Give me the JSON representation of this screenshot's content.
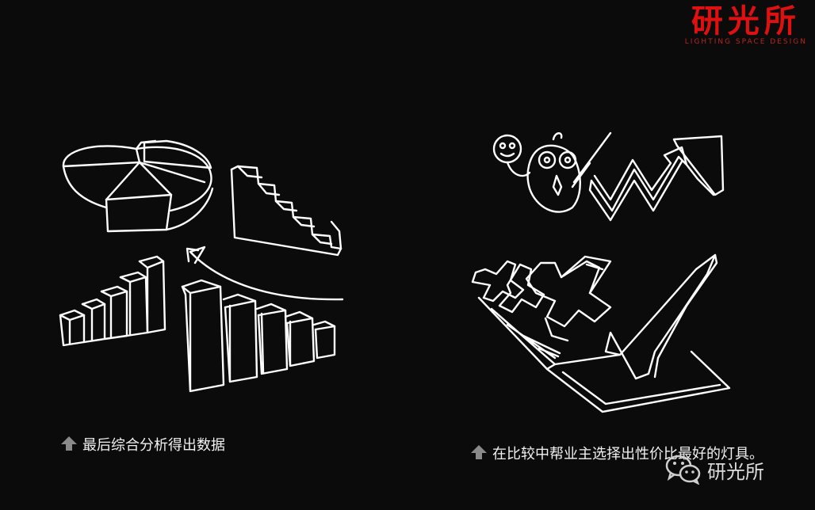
{
  "logo": {
    "name": "研光所",
    "tagline": "LIGHTING SPACE DESIGN"
  },
  "captions": {
    "left": "最后综合分析得出数据",
    "right": "在比较中帮业主选择出性价比最好的灯具。"
  },
  "watermark": {
    "account": "研光所",
    "icon": "wechat-icon"
  },
  "colors": {
    "background": "#0b0b0b",
    "sketch": "#ffffff",
    "brand": "#e01010"
  }
}
